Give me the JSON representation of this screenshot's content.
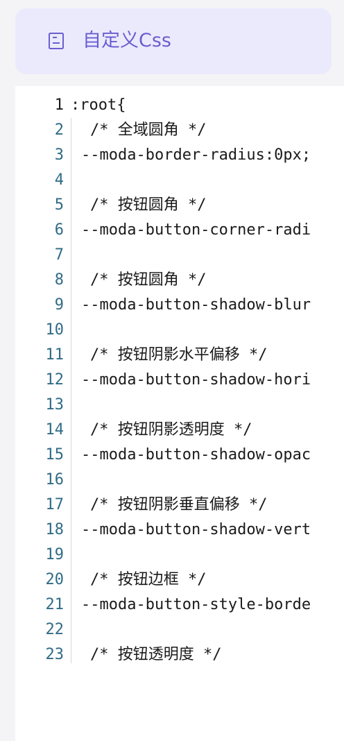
{
  "header": {
    "title": "自定义Css",
    "icon": "document-icon",
    "accent_color": "#6a5ecf",
    "background_color": "#ebeafd"
  },
  "editor": {
    "lines": [
      {
        "number": "1",
        "text": ":root{"
      },
      {
        "number": "2",
        "text": "/* 全域圆角 */"
      },
      {
        "number": "3",
        "text": "--moda-border-radius:0px;"
      },
      {
        "number": "4",
        "text": ""
      },
      {
        "number": "5",
        "text": "/* 按钮圆角 */"
      },
      {
        "number": "6",
        "text": "--moda-button-corner-radi"
      },
      {
        "number": "7",
        "text": ""
      },
      {
        "number": "8",
        "text": "/* 按钮圆角 */"
      },
      {
        "number": "9",
        "text": "--moda-button-shadow-blur"
      },
      {
        "number": "10",
        "text": ""
      },
      {
        "number": "11",
        "text": "/* 按钮阴影水平偏移 */"
      },
      {
        "number": "12",
        "text": "--moda-button-shadow-hori"
      },
      {
        "number": "13",
        "text": ""
      },
      {
        "number": "14",
        "text": "/* 按钮阴影透明度 */"
      },
      {
        "number": "15",
        "text": "--moda-button-shadow-opac"
      },
      {
        "number": "16",
        "text": ""
      },
      {
        "number": "17",
        "text": "/* 按钮阴影垂直偏移 */"
      },
      {
        "number": "18",
        "text": "--moda-button-shadow-vert"
      },
      {
        "number": "19",
        "text": ""
      },
      {
        "number": "20",
        "text": "/* 按钮边框 */"
      },
      {
        "number": "21",
        "text": "--moda-button-style-borde"
      },
      {
        "number": "22",
        "text": ""
      },
      {
        "number": "23",
        "text": "/* 按钮透明度 */"
      }
    ]
  }
}
